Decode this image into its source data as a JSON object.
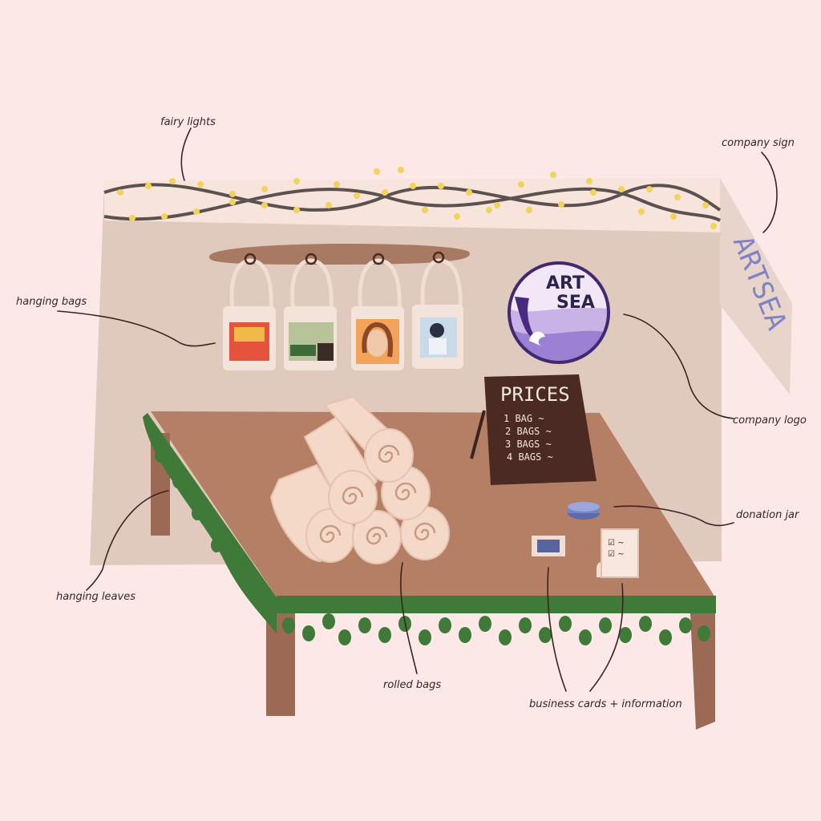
{
  "colors": {
    "background": "#fce8e6",
    "wall": "#e0c9bd",
    "table": "#b57f66",
    "leaves": "#3f7a38",
    "sign_board": "#4a2a22",
    "logo_purple": "#9b80d4",
    "lights": "#f2d35a"
  },
  "annotations": {
    "fairy_lights": "fairy lights",
    "company_sign": "company sign",
    "hanging_bags": "hanging bags",
    "company_logo": "company logo",
    "donation_jar": "donation jar",
    "hanging_leaves": "hanging leaves",
    "rolled_bags": "rolled bags",
    "business_cards": "business cards + information"
  },
  "side_sign": {
    "text": "ARTSEA"
  },
  "logo": {
    "line1": "ART",
    "line2": "SEA"
  },
  "prices_board": {
    "title": "PRICES",
    "rows": [
      "1 BAG ~",
      "2 BAGS ~",
      "3 BAGS ~",
      "4 BAGS ~"
    ]
  },
  "info_card": {
    "line1": "☑ ~",
    "line2": "☑ ~"
  }
}
